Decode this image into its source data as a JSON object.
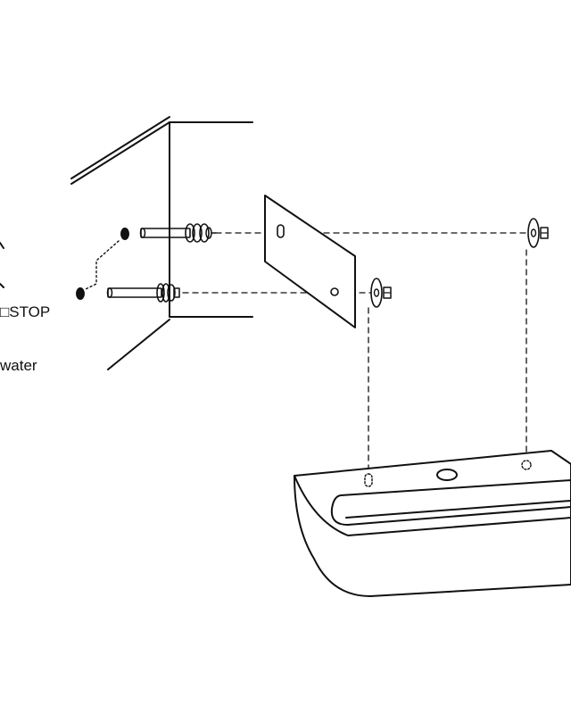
{
  "labels": {
    "stop": "□STOP",
    "water": "water"
  },
  "colors": {
    "stroke": "#111111",
    "background": "#ffffff"
  },
  "components": {
    "wall": "wall-corner",
    "mounting_plate": "mounting-bracket-plate",
    "anchor_bolts": [
      "anchor-bolt-upper",
      "anchor-bolt-lower"
    ],
    "drill_marks": [
      "drill-mark-upper",
      "drill-mark-lower"
    ],
    "fasteners": [
      "washer-nut-right",
      "washer-nut-left"
    ],
    "basin": "wash-basin"
  }
}
